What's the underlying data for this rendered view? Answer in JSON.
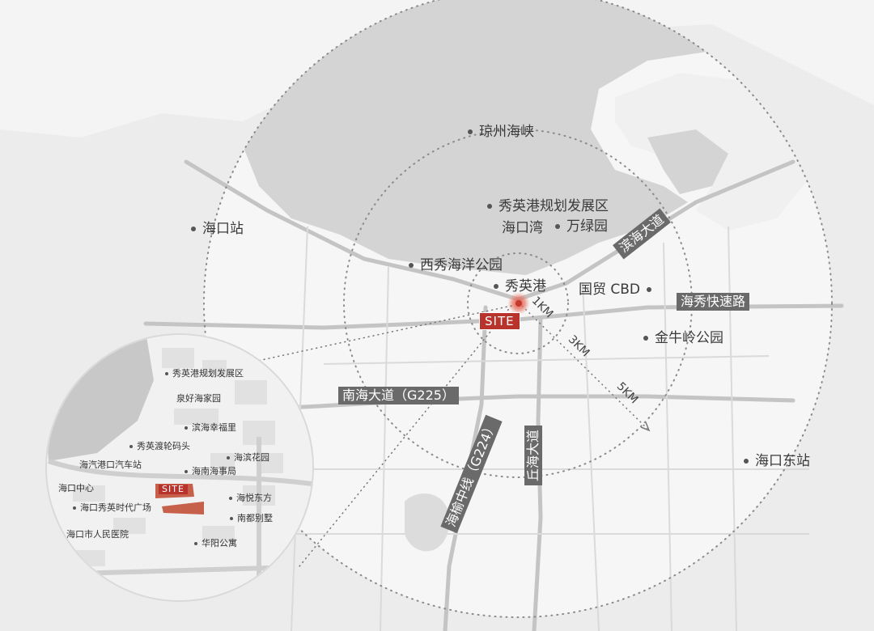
{
  "map": {
    "site_label": "SITE",
    "rings": [
      {
        "label": "1KM"
      },
      {
        "label": "3KM"
      },
      {
        "label": "5KM"
      }
    ],
    "places": {
      "qiongzhou_strait": "琼州海峡",
      "xiuying_planning": "秀英港规划发展区",
      "haikou_bay": "海口湾",
      "wanlvyuan": "万绿园",
      "haikou_station": "海口站",
      "xixiu_park": "西秀海洋公园",
      "xiuying_port": "秀英港",
      "guomao_cbd": "国贸 CBD",
      "jinniuling_park": "金牛岭公园",
      "haikou_east_station": "海口东站"
    },
    "roads": {
      "binhai": "滨海大道",
      "haixiu": "海秀快速路",
      "nanhai": "南海大道（G225）",
      "haiyu": "海榆中线（G224）",
      "qiuhai": "丘海大道"
    }
  },
  "inset": {
    "site_label": "SITE",
    "places": {
      "a": "秀英港规划发展区",
      "b": "泉好海家园",
      "c": "滨海幸福里",
      "d": "秀英渡轮码头",
      "e": "海汽港口汽车站",
      "f": "海滨花园",
      "g": "海南海事局",
      "h": "海口中心",
      "i": "海悦东方",
      "j": "海口秀英时代广场",
      "k": "南都别墅",
      "l": "海口市人民医院",
      "m": "华阳公寓"
    }
  }
}
